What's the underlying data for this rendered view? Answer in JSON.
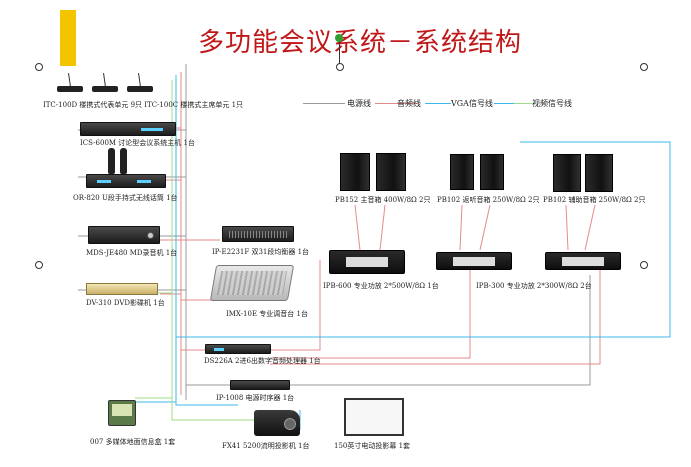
{
  "title": "多功能会议系统－系统结构",
  "legend": [
    {
      "label": "电源线",
      "color": "#9a9a9a"
    },
    {
      "label": "音频线",
      "color": "#e48a8a"
    },
    {
      "label": "VGA信号线",
      "color": "#3cb8ee"
    },
    {
      "label": "视频信号线",
      "color": "#9fdc8a"
    }
  ],
  "devices": {
    "mic_units": "ITC-100D 楼携式代表单元 9只   ITC-100C 楼携式主席单元 1只",
    "host": "ICS-600M 讨论型会议系统主机 1台",
    "wireless": "OR-820 U段手持式无线话筒 1台",
    "md": "MDS-JE480 MD录音机 1台",
    "dvd": "DV-310 DVD影碟机 1台",
    "feedback": "IP-E2231F 双31段均衡器 1台",
    "mixer": "IMX-10E 专业调音台 1台",
    "processor": "DS226A 2进6出数字音频处理器 1台",
    "sequencer": "IP-1008 电源时序器 1台",
    "floorbox": "007 多媒体地面信息盒 1套",
    "projector": "FX41 5200流明投影机 1台",
    "screen": "150英寸电动投影幕 1套",
    "spk1": "PB152 主音箱 400W/8Ω 2只",
    "spk2": "PB102 返听音箱 250W/8Ω 2只",
    "spk3": "PB102 辅助音箱 250W/8Ω 2只",
    "amp1": "IPB-600 专业功放   2*500W/8Ω 1台",
    "amp2": "IPB-300 专业功放  2*300W/8Ω 2台"
  }
}
